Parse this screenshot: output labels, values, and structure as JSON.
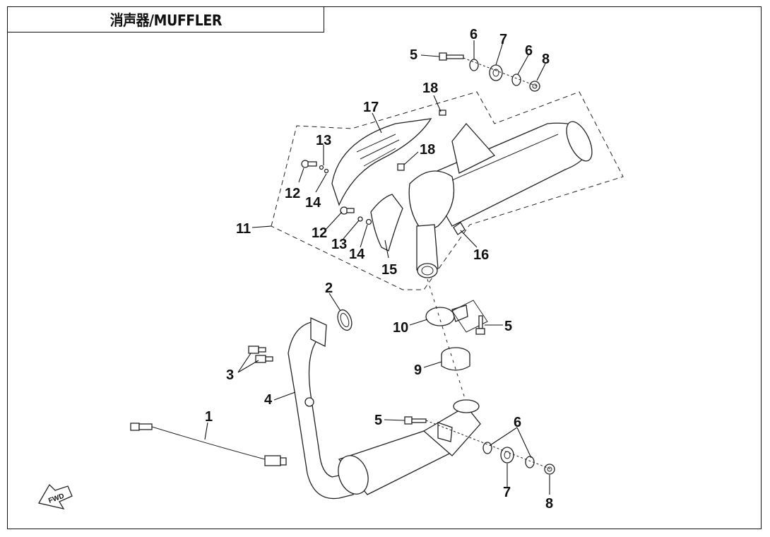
{
  "title": "消声器/MUFFLER",
  "fwd_text": "FWD",
  "callouts": [
    {
      "id": "c1",
      "text": "1"
    },
    {
      "id": "c2",
      "text": "2"
    },
    {
      "id": "c3",
      "text": "3"
    },
    {
      "id": "c4",
      "text": "4"
    },
    {
      "id": "c5a",
      "text": "5"
    },
    {
      "id": "c5b",
      "text": "5"
    },
    {
      "id": "c5c",
      "text": "5"
    },
    {
      "id": "c6a",
      "text": "6"
    },
    {
      "id": "c6b",
      "text": "6"
    },
    {
      "id": "c6c",
      "text": "6"
    },
    {
      "id": "c7a",
      "text": "7"
    },
    {
      "id": "c7b",
      "text": "7"
    },
    {
      "id": "c8a",
      "text": "8"
    },
    {
      "id": "c8b",
      "text": "8"
    },
    {
      "id": "c9",
      "text": "9"
    },
    {
      "id": "c10",
      "text": "10"
    },
    {
      "id": "c11",
      "text": "11"
    },
    {
      "id": "c12a",
      "text": "12"
    },
    {
      "id": "c12b",
      "text": "12"
    },
    {
      "id": "c13a",
      "text": "13"
    },
    {
      "id": "c13b",
      "text": "13"
    },
    {
      "id": "c14a",
      "text": "14"
    },
    {
      "id": "c14b",
      "text": "14"
    },
    {
      "id": "c15",
      "text": "15"
    },
    {
      "id": "c16",
      "text": "16"
    },
    {
      "id": "c17",
      "text": "17"
    },
    {
      "id": "c18a",
      "text": "18"
    },
    {
      "id": "c18b",
      "text": "18"
    }
  ]
}
